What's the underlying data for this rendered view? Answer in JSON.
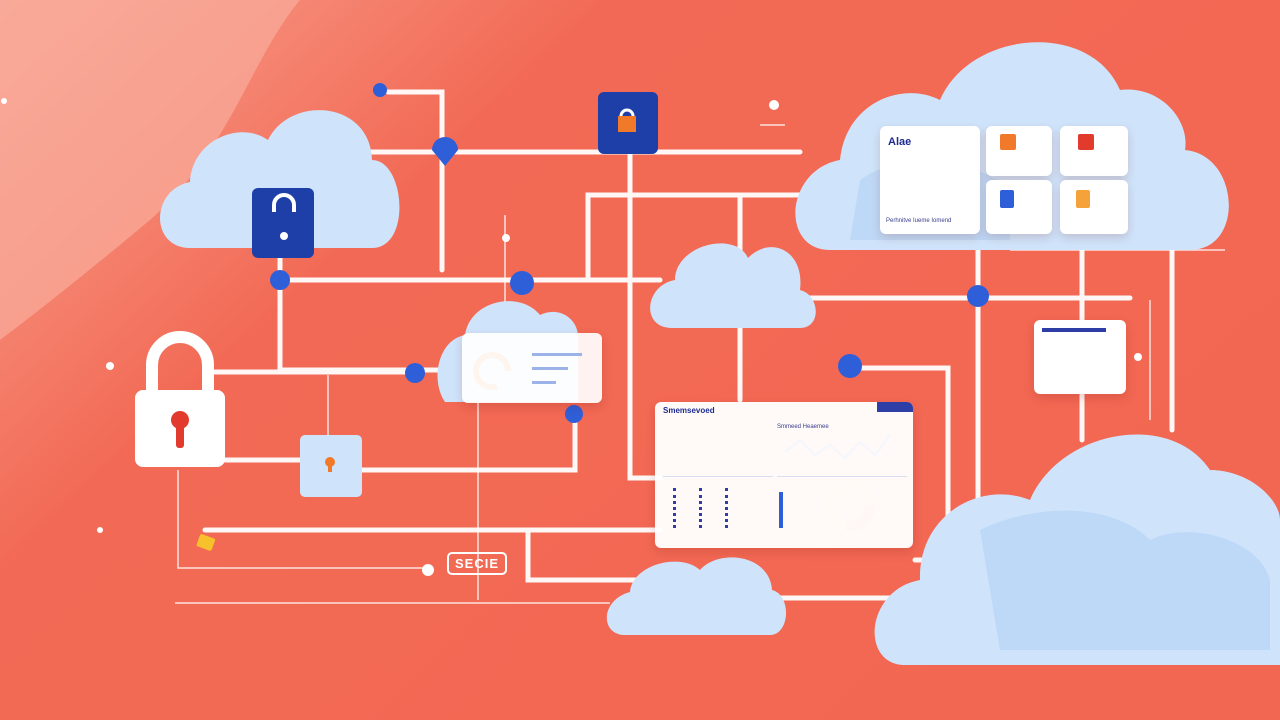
{
  "colors": {
    "background": "#f26a55",
    "background_light": "#f8a08e",
    "cloud": "#cfe4fb",
    "cloud_shade": "#b8d6f7",
    "line": "#ffffff",
    "node": "#2f5fd8",
    "lock_blue": "#1e3fa8",
    "accent_orange": "#f07a2a",
    "accent_red": "#e23b2e",
    "chart_blue": "#2d3fa6"
  },
  "icons": [
    "cloud-icon",
    "padlock-icon",
    "keyhole-icon",
    "network-node-icon",
    "dashboard-card-icon",
    "donut-chart-icon",
    "line-chart-icon"
  ],
  "dashboard_top": {
    "title": "Alae",
    "caption": "Perhnitve Iueme Iomend"
  },
  "dashboard_mid": {
    "title": "Smemsevoed",
    "subtitle": "Smmeed Heaemee"
  },
  "boxed_label": "SECIE"
}
